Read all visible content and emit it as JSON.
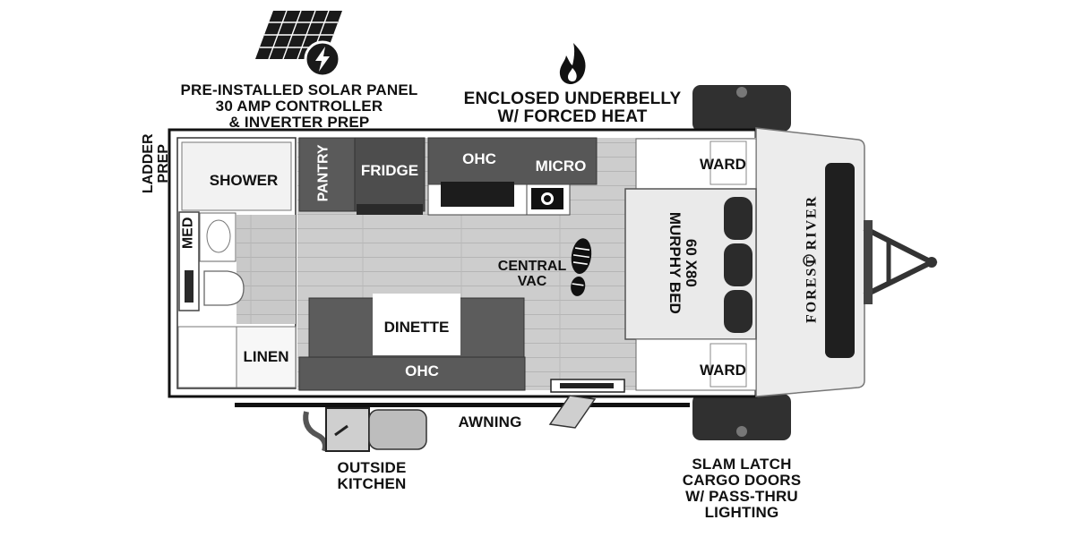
{
  "callouts": {
    "solar": [
      "PRE-INSTALLED SOLAR PANEL",
      "30 AMP CONTROLLER",
      "& INVERTER PREP"
    ],
    "underbelly": [
      "ENCLOSED UNDERBELLY",
      "W/ FORCED HEAT"
    ],
    "ladder": [
      "LADDER",
      "PREP"
    ],
    "awning": "AWNING",
    "outside_kitchen": [
      "OUTSIDE",
      "KITCHEN"
    ],
    "cargo": [
      "SLAM LATCH",
      "CARGO DOORS",
      "W/ PASS-THRU",
      "LIGHTING"
    ]
  },
  "rooms": {
    "shower": "SHOWER",
    "med": "MED",
    "linen": "LINEN",
    "pantry": "PANTRY",
    "fridge": "FRIDGE",
    "ohc_top": "OHC",
    "micro": "MICRO",
    "central_vac": [
      "CENTRAL",
      "VAC"
    ],
    "dinette": "DINETTE",
    "ohc_bottom": "OHC",
    "murphy_bed": [
      "60 X80",
      "MURPHY BED"
    ],
    "ward_top": "WARD",
    "ward_bottom": "WARD"
  },
  "brand": "FOREST RIVER",
  "icons": [
    "solar-panel-icon",
    "bolt-icon",
    "flame-icon",
    "footprint-icon",
    "wheel-icon",
    "hitch-icon"
  ]
}
